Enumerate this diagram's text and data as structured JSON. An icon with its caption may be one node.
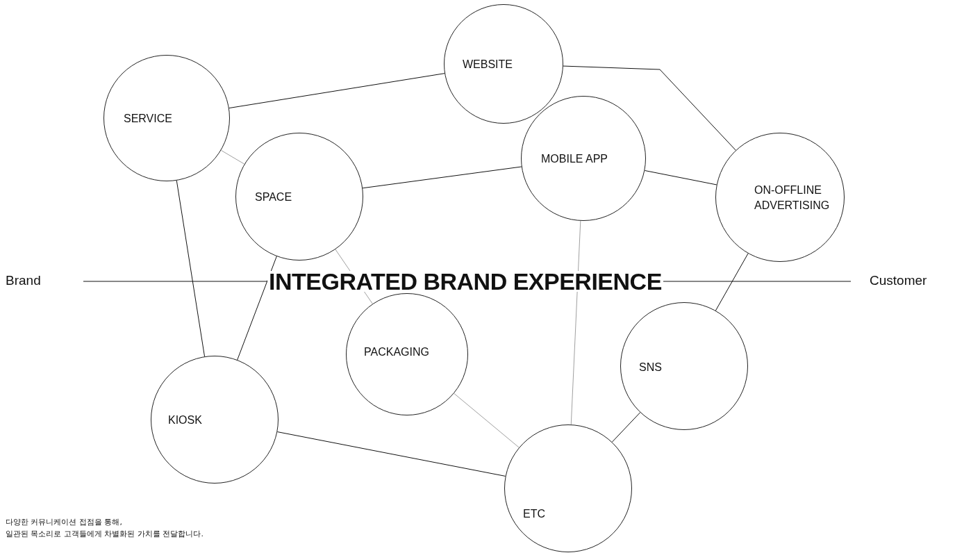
{
  "diagram": {
    "title": "INTEGRATED BRAND EXPERIENCE",
    "nodes": [
      {
        "text": [
          "WEBSITE"
        ]
      },
      {
        "text": [
          "SERVICE"
        ]
      },
      {
        "text": [
          "MOBILE APP"
        ]
      },
      {
        "text": [
          "SPACE"
        ]
      },
      {
        "text": [
          "ON-OFFLINE ADVERTISING"
        ]
      },
      {
        "text": [
          "PACKAGING"
        ]
      },
      {
        "text": [
          "SNS"
        ]
      },
      {
        "text": [
          "KIOSK"
        ]
      },
      {
        "text": [
          "ETC"
        ]
      }
    ],
    "edges": [
      {
        "from": 1,
        "to": 0,
        "arrow": "none"
      },
      {
        "from": 1,
        "to": 3,
        "arrow": "none",
        "color": "#888888"
      },
      {
        "from": 1,
        "to": 7,
        "arrow": "none"
      },
      {
        "from": 3,
        "to": 7,
        "arrow": "none"
      },
      {
        "from": 3,
        "to": 2,
        "arrow": "none"
      },
      {
        "from": 3,
        "to": 5,
        "arrow": "none",
        "color": "#888888"
      },
      {
        "from": 0,
        "to": 4,
        "arrow": "none"
      },
      {
        "from": 2,
        "to": 4,
        "arrow": "none"
      },
      {
        "from": 2,
        "to": 8,
        "arrow": "none",
        "color": "#888888"
      },
      {
        "from": 4,
        "to": 6,
        "arrow": "none"
      },
      {
        "from": 6,
        "to": 8,
        "arrow": "none"
      },
      {
        "from": 5,
        "to": 8,
        "arrow": "none",
        "color": "#888888"
      },
      {
        "from": 7,
        "to": 8,
        "arrow": "none"
      }
    ],
    "labels": [
      "Brand",
      "Customer",
      "다양한 커뮤니케이션 접점을 통해,",
      "일관된 목소리로 고객들에게 차별화된 가치를 전달합니다."
    ]
  }
}
